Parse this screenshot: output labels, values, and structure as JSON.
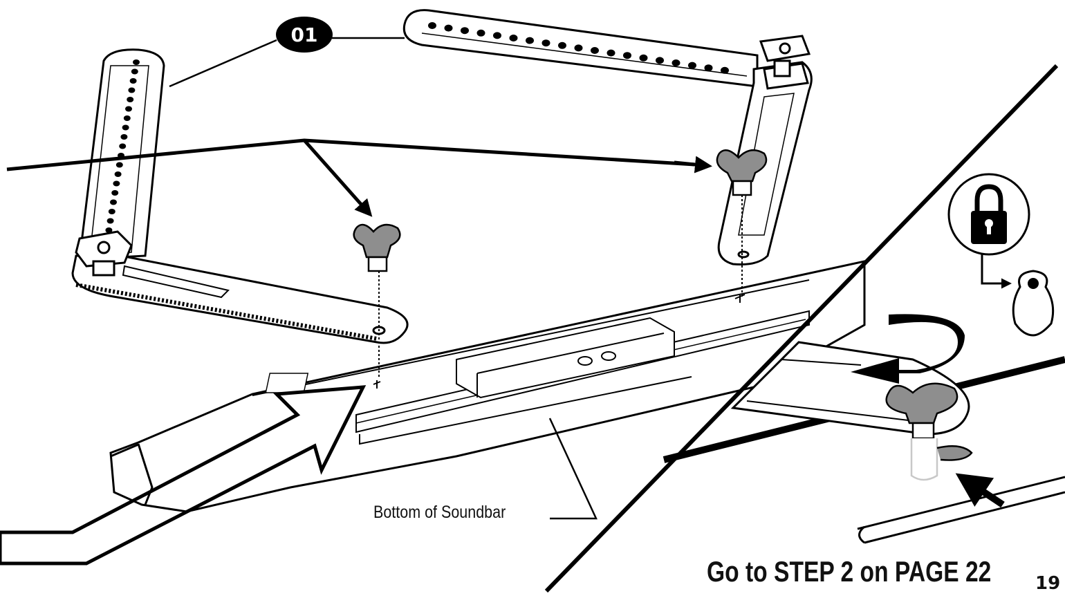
{
  "callouts": {
    "part_number": "01",
    "soundbar": "Bottom of Soundbar"
  },
  "footer": {
    "instruction": "Go to STEP 2 on PAGE 22",
    "page_number": "19"
  },
  "icons": {
    "lock": "padlock-icon",
    "keyhole": "keyhole-icon",
    "rotate": "rotate-arrow-icon"
  },
  "colors": {
    "ink": "#000000",
    "wingnut": "#8e8e8e",
    "paper": "#ffffff"
  }
}
